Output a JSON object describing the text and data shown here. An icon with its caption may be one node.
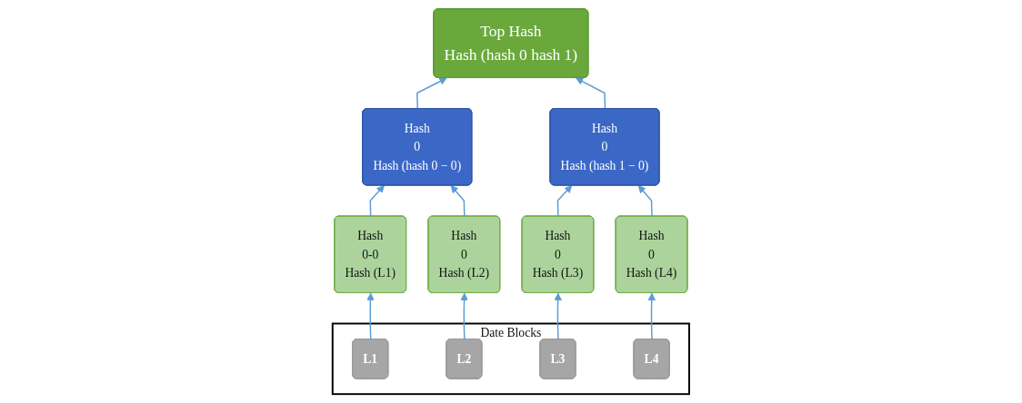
{
  "diagram": {
    "nodes": [
      {
        "text": [
          "Top Hash",
          "Hash (hash 0 hash 1)"
        ]
      },
      {
        "text": [
          "Hash",
          "0",
          "Hash (hash 0 − 0)"
        ]
      },
      {
        "text": [
          "Hash",
          "0",
          "Hash (hash 1 − 0)"
        ]
      },
      {
        "text": [
          "Hash",
          "0-0",
          "Hash (L1)"
        ]
      },
      {
        "text": [
          "Hash",
          "0",
          "Hash (L2)"
        ]
      },
      {
        "text": [
          "Hash",
          "0",
          "Hash (L3)"
        ]
      },
      {
        "text": [
          "Hash",
          "0",
          "Hash (L4)"
        ]
      },
      {
        "text": [
          "Date Blocks"
        ]
      },
      {
        "text": [
          "L1"
        ],
        "in": 7
      },
      {
        "text": [
          "L2"
        ],
        "in": 7
      },
      {
        "text": [
          "L3"
        ],
        "in": 7
      },
      {
        "text": [
          "L4"
        ],
        "in": 7
      }
    ],
    "edges": [
      {
        "from": 1,
        "to": 0,
        "arrow": "to"
      },
      {
        "from": 2,
        "to": 0,
        "arrow": "to"
      },
      {
        "from": 3,
        "to": 1,
        "arrow": "to"
      },
      {
        "from": 4,
        "to": 1,
        "arrow": "to"
      },
      {
        "from": 5,
        "to": 2,
        "arrow": "to"
      },
      {
        "from": 6,
        "to": 2,
        "arrow": "to"
      },
      {
        "from": 8,
        "to": 3,
        "arrow": "to"
      },
      {
        "from": 9,
        "to": 4,
        "arrow": "to"
      },
      {
        "from": 10,
        "to": 5,
        "arrow": "to"
      },
      {
        "from": 11,
        "to": 6,
        "arrow": "to"
      }
    ]
  }
}
